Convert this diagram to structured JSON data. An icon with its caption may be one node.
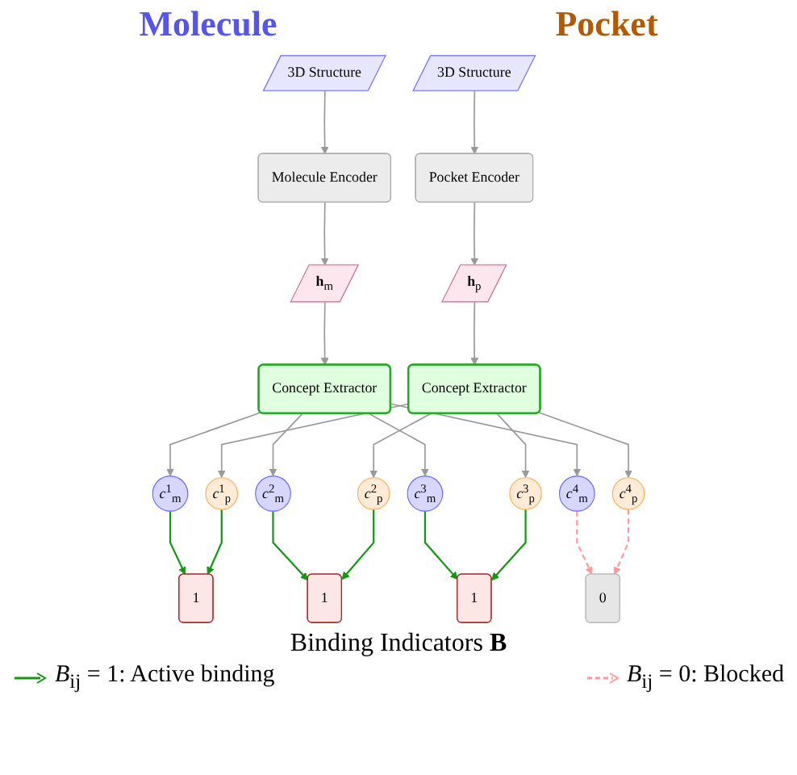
{
  "diagram": {
    "nodes": [
      {
        "text": [
          "3D Structure"
        ]
      },
      {
        "text": [
          "Molecule Encoder"
        ]
      },
      {
        "text": [
          "**h**$_{m}$"
        ]
      },
      {
        "text": [
          "Concept Extractor"
        ]
      },
      {
        "text": [
          "*c*$^{1}$$_{m}$"
        ]
      },
      {
        "text": [
          "*c*$^{2}$$_{m}$"
        ]
      },
      {
        "text": [
          "*c*$^{3}$$_{m}$"
        ]
      },
      {
        "text": [
          "*c*$^{4}$$_{m}$"
        ]
      },
      {
        "text": [
          "3D Structure"
        ]
      },
      {
        "text": [
          "Pocket Encoder"
        ]
      },
      {
        "text": [
          "**h**$_{p}$"
        ]
      },
      {
        "text": [
          "Concept Extractor"
        ]
      },
      {
        "text": [
          "*c*$^{1}$$_{p}$"
        ]
      },
      {
        "text": [
          "*c*$^{2}$$_{p}$"
        ]
      },
      {
        "text": [
          "*c*$^{3}$$_{p}$"
        ]
      },
      {
        "text": [
          "*c*$^{4}$$_{p}$"
        ]
      },
      {
        "text": [
          "1"
        ]
      },
      {
        "text": [
          "1"
        ]
      },
      {
        "text": [
          "1"
        ]
      },
      {
        "text": [
          "0"
        ]
      }
    ],
    "edges": [
      {
        "from": 0,
        "to": 1,
        "arrow": "to"
      },
      {
        "from": 1,
        "to": 2,
        "arrow": "to"
      },
      {
        "from": 2,
        "to": 3,
        "arrow": "to"
      },
      {
        "from": 3,
        "to": 4,
        "arrow": "to"
      },
      {
        "from": 3,
        "to": 5,
        "arrow": "to"
      },
      {
        "from": 3,
        "to": 6,
        "arrow": "to"
      },
      {
        "from": 3,
        "to": 7,
        "arrow": "to"
      },
      {
        "from": 8,
        "to": 9,
        "arrow": "to"
      },
      {
        "from": 9,
        "to": 10,
        "arrow": "to"
      },
      {
        "from": 10,
        "to": 11,
        "arrow": "to"
      },
      {
        "from": 11,
        "to": 12,
        "arrow": "to"
      },
      {
        "from": 11,
        "to": 13,
        "arrow": "to"
      },
      {
        "from": 11,
        "to": 14,
        "arrow": "to"
      },
      {
        "from": 11,
        "to": 15,
        "arrow": "to"
      },
      {
        "from": 4,
        "to": 16,
        "arrow": "to",
        "color": "#119911"
      },
      {
        "from": 5,
        "to": 17,
        "arrow": "to",
        "color": "#119911"
      },
      {
        "from": 6,
        "to": 18,
        "arrow": "to",
        "color": "#119911"
      },
      {
        "from": 7,
        "to": 19,
        "arrow": "to",
        "style": "dashed",
        "color": "#ff9999"
      },
      {
        "from": 12,
        "to": 16,
        "arrow": "to",
        "color": "#119911"
      },
      {
        "from": 13,
        "to": 17,
        "arrow": "to",
        "color": "#119911"
      },
      {
        "from": 14,
        "to": 18,
        "arrow": "to",
        "color": "#119911"
      },
      {
        "from": 15,
        "to": 19,
        "arrow": "to",
        "style": "dashed",
        "color": "#ff9999"
      }
    ],
    "labels": [
      "Molecule",
      "Pocket",
      "Binding Indicators **B**"
    ],
    "legend": [
      {
        "text": "*B*$_{ij}$ = 1: Active binding"
      },
      {
        "text": "*B*$_{ij}$ = 0: Blocked"
      }
    ]
  }
}
